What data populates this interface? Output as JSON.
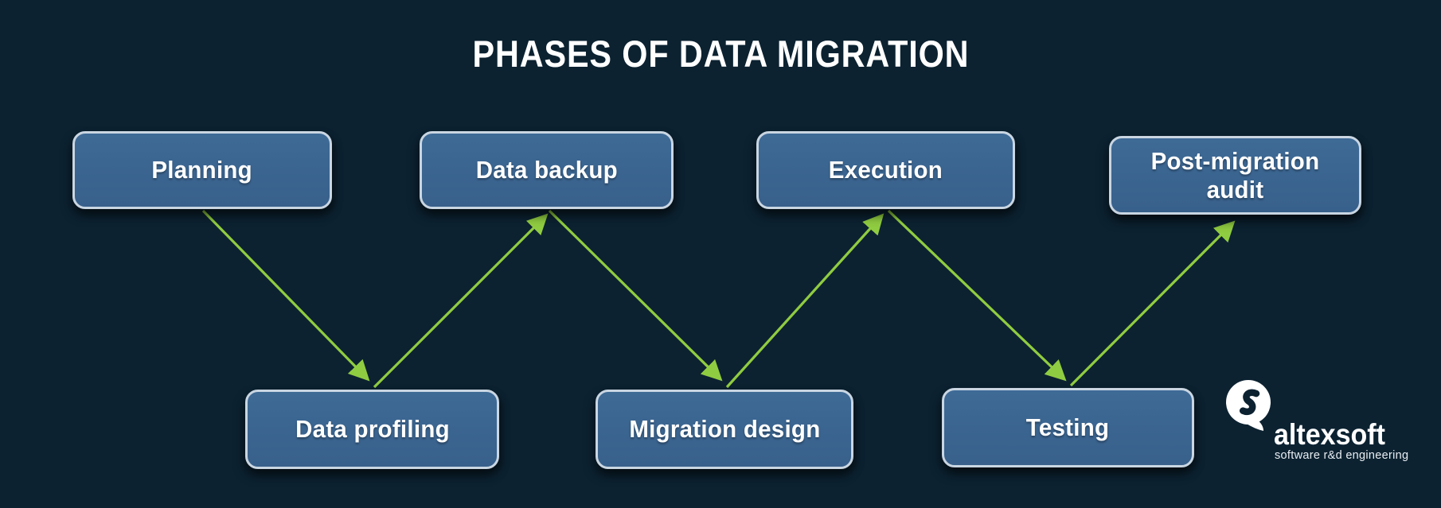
{
  "title": "PHASES OF DATA MIGRATION",
  "colors": {
    "background": "#0C2231",
    "box_fill": "#3B648F",
    "box_border": "#C9D6E2",
    "arrow": "#90CC41",
    "text": "#FFFFFF"
  },
  "phases": [
    {
      "id": "planning",
      "label": "Planning",
      "row": "top"
    },
    {
      "id": "data-profiling",
      "label": "Data profiling",
      "row": "bottom"
    },
    {
      "id": "data-backup",
      "label": "Data backup",
      "row": "top"
    },
    {
      "id": "migration-design",
      "label": "Migration design",
      "row": "bottom"
    },
    {
      "id": "execution",
      "label": "Execution",
      "row": "top"
    },
    {
      "id": "testing",
      "label": "Testing",
      "row": "bottom"
    },
    {
      "id": "post-migration-audit",
      "label": "Post-migration\naudit",
      "row": "top"
    }
  ],
  "connections": [
    {
      "from": "planning",
      "to": "data-profiling"
    },
    {
      "from": "data-profiling",
      "to": "data-backup"
    },
    {
      "from": "data-backup",
      "to": "migration-design"
    },
    {
      "from": "migration-design",
      "to": "execution"
    },
    {
      "from": "execution",
      "to": "testing"
    },
    {
      "from": "testing",
      "to": "post-migration-audit"
    }
  ],
  "logo": {
    "brand": "altexsoft",
    "tagline": "software r&d engineering"
  }
}
